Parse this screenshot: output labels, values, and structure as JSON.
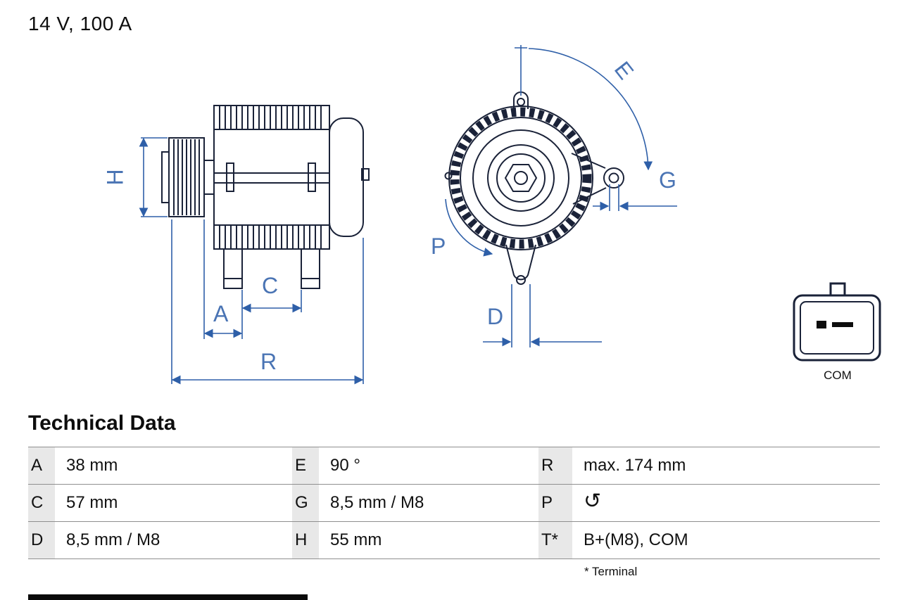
{
  "title": "14 V, 100 A",
  "diagram": {
    "dimension_labels": {
      "H": "H",
      "A": "A",
      "C": "C",
      "R": "R",
      "E": "E",
      "G": "G",
      "P": "P",
      "D": "D"
    },
    "connector_label": "COM",
    "accent_color": "#2e5fa8",
    "line_color": "#1a2238"
  },
  "technical_data": {
    "heading": "Technical Data",
    "footnote": "* Terminal",
    "rows": [
      {
        "cells": [
          {
            "k": "A",
            "v": "38 mm"
          },
          {
            "k": "E",
            "v": "90 °"
          },
          {
            "k": "R",
            "v": "max. 174 mm"
          }
        ]
      },
      {
        "cells": [
          {
            "k": "C",
            "v": "57 mm"
          },
          {
            "k": "G",
            "v": "8,5 mm / M8"
          },
          {
            "k": "P",
            "v": "↺"
          }
        ]
      },
      {
        "cells": [
          {
            "k": "D",
            "v": "8,5 mm / M8"
          },
          {
            "k": "H",
            "v": "55 mm"
          },
          {
            "k": "T*",
            "v": "B+(M8), COM"
          }
        ]
      }
    ]
  }
}
